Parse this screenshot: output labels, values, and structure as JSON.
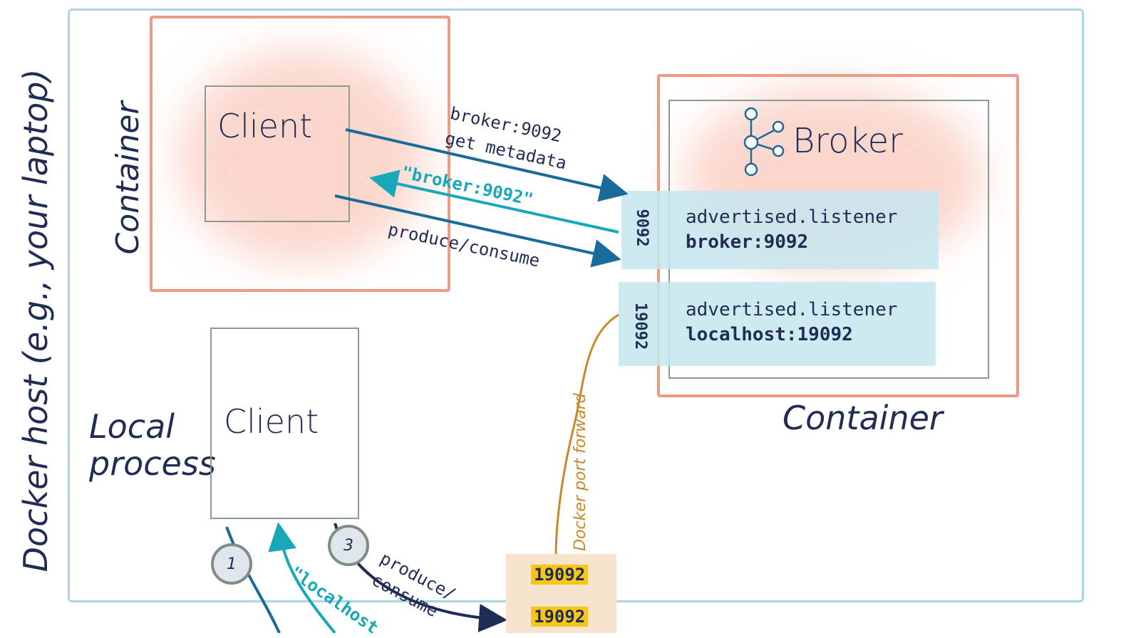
{
  "host_label": "Docker host (e.g., your laptop)",
  "client_container": {
    "label": "Container",
    "client_label": "Client"
  },
  "broker_container": {
    "label": "Container",
    "broker_label": "Broker",
    "listeners": [
      {
        "port": "9092",
        "title": "advertised.listener",
        "value": "broker:9092"
      },
      {
        "port": "19092",
        "title": "advertised.listener",
        "value": "localhost:19092"
      }
    ]
  },
  "local_process": {
    "label_line1": "Local",
    "label_line2": "process",
    "client_label": "Client"
  },
  "arrows": {
    "metadata_request_line1": "broker:9092",
    "metadata_request_line2": "get metadata",
    "metadata_response": "\"broker:9092\"",
    "produce_consume": "produce/consume",
    "local_produce_line1": "produce/",
    "local_produce_line2": "consume",
    "local_response": "\"localhost"
  },
  "steps": [
    "1",
    "3"
  ],
  "port_forward": {
    "label": "Docker port forward",
    "ports": [
      "19092",
      "19092"
    ]
  },
  "colors": {
    "host_border": "#a8d6e4",
    "container_border": "#ee9a86",
    "request_arrow": "#1a6b9a",
    "response_arrow": "#18a8b8",
    "text": "#1f2d55",
    "port_forward": "#c9882a",
    "port_highlight": "#f5c518"
  }
}
